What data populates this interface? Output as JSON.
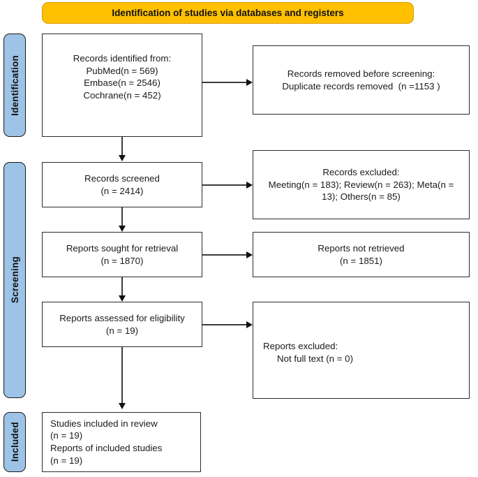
{
  "diagram": {
    "type": "prisma-flow-diagram",
    "banner": {
      "title": "Identification of studies via databases and registers",
      "color": "#FFC000"
    },
    "stage_color": "#9DC3E6",
    "stages": [
      {
        "id": "identification",
        "label": "Identification"
      },
      {
        "id": "screening",
        "label": "Screening"
      },
      {
        "id": "included",
        "label": "Included"
      }
    ],
    "boxes": {
      "records_identified": {
        "lines": [
          "Records identified from:",
          "PubMed(n = 569)",
          "Embase(n = 2546)",
          "Cochrane(n = 452)"
        ]
      },
      "records_removed": {
        "lines": [
          "Records removed before screening:",
          "Duplicate records removed  (n =1153 )"
        ]
      },
      "records_screened": {
        "lines": [
          "Records screened",
          "(n = 2414)"
        ]
      },
      "records_excluded": {
        "lines": [
          "Records excluded:",
          "Meeting(n = 183); Review(n = 263); Meta(n = 13); Others(n = 85)"
        ]
      },
      "reports_sought": {
        "lines": [
          "Reports sought for retrieval",
          "(n = 1870)"
        ]
      },
      "reports_not_retrieved": {
        "lines": [
          "Reports not retrieved",
          "(n = 1851)"
        ]
      },
      "reports_assessed": {
        "lines": [
          "Reports assessed for eligibility",
          "(n = 19)"
        ]
      },
      "reports_excluded": {
        "lines": [
          "Reports excluded:",
          "Not full text (n = 0)"
        ]
      },
      "studies_included": {
        "lines": [
          "Studies included in review",
          "(n = 19)",
          "Reports of included studies",
          "(n = 19)"
        ]
      }
    }
  }
}
